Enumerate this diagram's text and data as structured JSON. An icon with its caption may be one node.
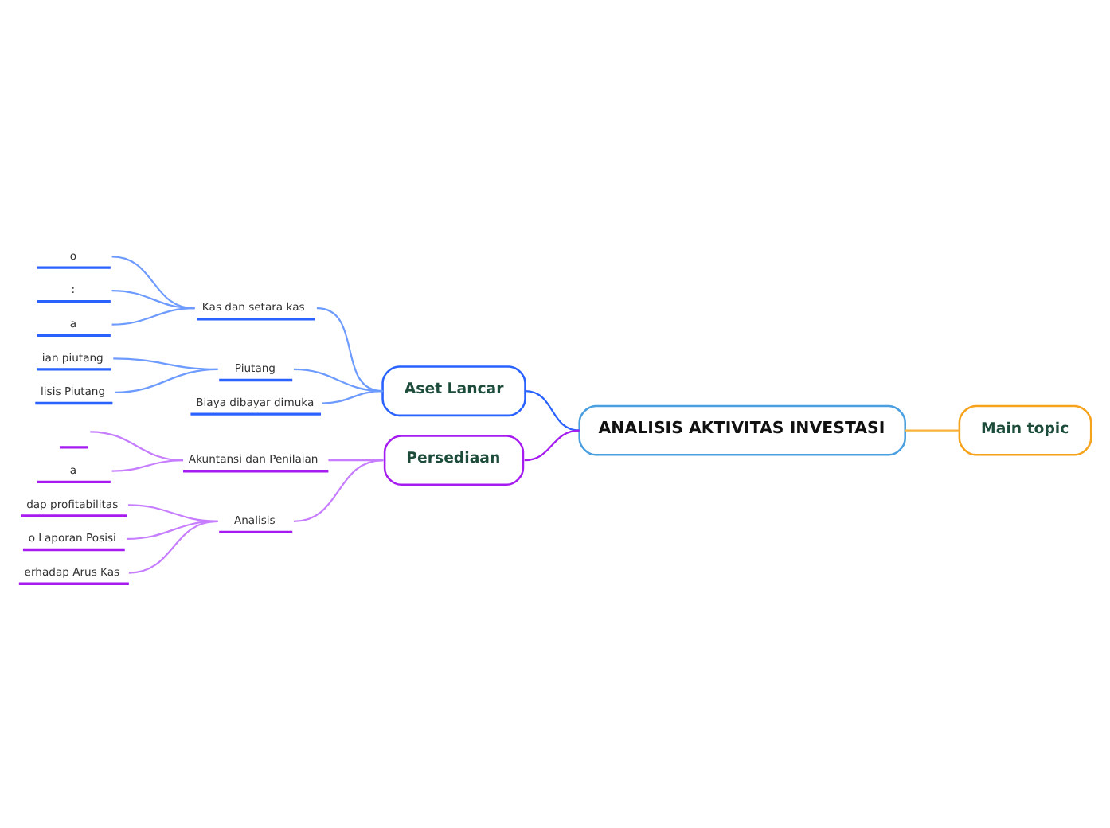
{
  "diagram": {
    "nodes": [
      {
        "text": [
          "ANALISIS AKTIVITAS INVESTASI"
        ]
      },
      {
        "text": [
          "Aset Lancar"
        ]
      },
      {
        "text": [
          "Kas dan setara kas"
        ]
      },
      {
        "text": [
          "o"
        ]
      },
      {
        "text": [
          ":"
        ]
      },
      {
        "text": [
          "a"
        ]
      },
      {
        "text": [
          "Piutang"
        ]
      },
      {
        "text": [
          "ian piutang"
        ]
      },
      {
        "text": [
          "lisis Piutang"
        ]
      },
      {
        "text": [
          "Biaya dibayar dimuka"
        ]
      },
      {
        "text": [
          "Persediaan"
        ]
      },
      {
        "text": [
          "Akuntansi dan Penilaian"
        ]
      },
      {
        "text": [],
        "shape": "line"
      },
      {
        "text": [
          "a"
        ]
      },
      {
        "text": [
          "Analisis"
        ]
      },
      {
        "text": [
          "dap profitabilitas"
        ]
      },
      {
        "text": [
          "o Laporan Posisi"
        ]
      },
      {
        "text": [
          "erhadap Arus Kas"
        ]
      },
      {
        "text": [
          "Main topic"
        ]
      }
    ],
    "edges": [
      {
        "from": 0,
        "to": 1,
        "arrow": "none",
        "color": "#2962ff"
      },
      {
        "from": 1,
        "to": 2,
        "arrow": "none"
      },
      {
        "from": 2,
        "to": 3,
        "arrow": "none"
      },
      {
        "from": 2,
        "to": 4,
        "arrow": "none"
      },
      {
        "from": 2,
        "to": 5,
        "arrow": "none"
      },
      {
        "from": 1,
        "to": 6,
        "arrow": "none"
      },
      {
        "from": 6,
        "to": 7,
        "arrow": "none"
      },
      {
        "from": 6,
        "to": 8,
        "arrow": "none"
      },
      {
        "from": 1,
        "to": 9,
        "arrow": "none"
      },
      {
        "from": 0,
        "to": 10,
        "arrow": "none",
        "color": "#a61cf0"
      },
      {
        "from": 10,
        "to": 11,
        "arrow": "none",
        "color": "#c77dff"
      },
      {
        "from": 11,
        "to": 12,
        "arrow": "none",
        "color": "#c77dff"
      },
      {
        "from": 11,
        "to": 13,
        "arrow": "none",
        "color": "#c77dff"
      },
      {
        "from": 10,
        "to": 14,
        "arrow": "none",
        "color": "#c77dff"
      },
      {
        "from": 14,
        "to": 15,
        "arrow": "none",
        "color": "#c77dff"
      },
      {
        "from": 14,
        "to": 16,
        "arrow": "none",
        "color": "#c77dff"
      },
      {
        "from": 14,
        "to": 17,
        "arrow": "none",
        "color": "#c77dff"
      },
      {
        "from": 0,
        "to": 18,
        "arrow": "none",
        "color": "#f7b23b"
      }
    ]
  }
}
